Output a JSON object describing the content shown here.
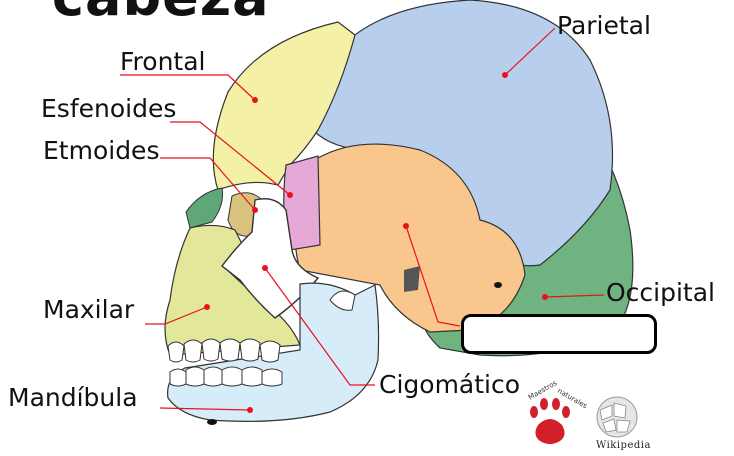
{
  "title": "cabeza",
  "labels": {
    "parietal": "Parietal",
    "frontal": "Frontal",
    "esfenoides": "Esfenoides",
    "etmoides": "Etmoides",
    "maxilar": "Maxilar",
    "occipital": "Occipital",
    "mandibula": "Mandíbula",
    "cigomatico": "Cigomático"
  },
  "answer_box": {
    "value": ""
  },
  "logos": {
    "maestros_text": "Maestros naturales",
    "wikipedia_text": "Wikipedia"
  },
  "colors": {
    "frontal": "#f4f0a6",
    "parietal": "#b7cfec",
    "temporal": "#f9c78e",
    "occipital": "#6fb381",
    "sphenoid": "#e6a8d6",
    "zygomatic": "#ffffff",
    "maxilla": "#e2e79a",
    "mandible": "#d6ecf8",
    "leader_line": "#e8121e"
  }
}
